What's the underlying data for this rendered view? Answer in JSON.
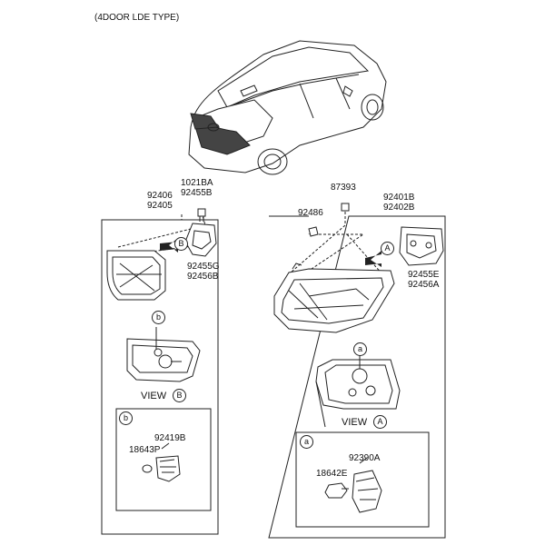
{
  "header": {
    "title": "(4DOOR LDE TYPE)"
  },
  "left_assembly": {
    "label_top1": "1021BA",
    "label_top2": "92455B",
    "label_part1": "92406",
    "label_part2": "92405",
    "label_side1": "92455G",
    "label_side2": "92456B",
    "callout_arrow": "B",
    "callout_detail": "b",
    "view_text": "VIEW",
    "view_letter": "B",
    "detail_letter": "b",
    "detail_socket": "92419B",
    "detail_bulb": "18643P"
  },
  "right_assembly": {
    "label_bolt": "87393",
    "label_nut": "92486",
    "label_part1": "92401B",
    "label_part2": "92402B",
    "label_side1": "92455E",
    "label_side2": "92456A",
    "callout_arrow": "A",
    "callout_detail": "a",
    "view_text": "VIEW",
    "view_letter": "A",
    "detail_letter": "a",
    "detail_socket": "92390A",
    "detail_bulb": "18642E"
  }
}
